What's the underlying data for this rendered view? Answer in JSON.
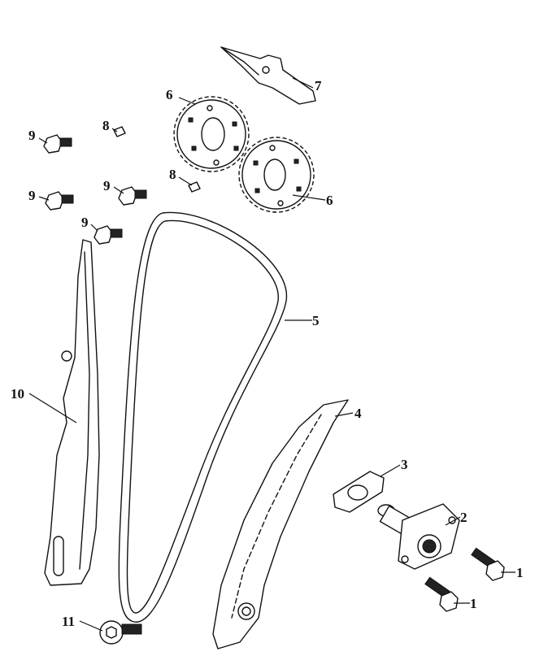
{
  "diagram": {
    "callouts": {
      "c6a": "6",
      "c7": "7",
      "c8a": "8",
      "c8b": "8",
      "c9a": "9",
      "c9b": "9",
      "c9c": "9",
      "c9d": "9",
      "c6b": "6",
      "c5": "5",
      "c10": "10",
      "c4": "4",
      "c3": "3",
      "c2": "2",
      "c1a": "1",
      "c1b": "1",
      "c11": "11"
    }
  }
}
